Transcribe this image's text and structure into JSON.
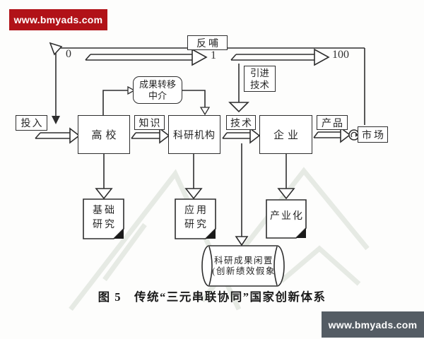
{
  "watermark_banners": {
    "top_text": "www.bmyads.com",
    "bottom_text": "www.bmyads.com"
  },
  "flow_labels": {
    "feedback": "反哺",
    "zero": "0",
    "one": "1",
    "hundred": "100",
    "knowledge": "知识",
    "technology": "技术",
    "product": "产品"
  },
  "nodes": {
    "input": "投入",
    "university": "高校",
    "research_institute": "科研机构",
    "enterprise": "企业",
    "market": "市场",
    "transfer_intermediary_line1": "成果转移",
    "transfer_intermediary_line2": "中介",
    "imported_tech_line1": "引进",
    "imported_tech_line2": "技术",
    "basic_research_line1": "基础",
    "basic_research_line2": "研究",
    "applied_research_line1": "应用",
    "applied_research_line2": "研究",
    "industrialization": "产业化",
    "idle_results_line1": "科研成果闲置",
    "idle_results_line2": "(创新绩效假象"
  },
  "caption": "图 5　传统“三元串联协同”国家创新体系",
  "colors": {
    "banner_top_bg": "#b11218",
    "banner_bottom_bg": "#545c64",
    "diagram_line": "#2e2e2e",
    "watermark": "#e6eae4"
  }
}
